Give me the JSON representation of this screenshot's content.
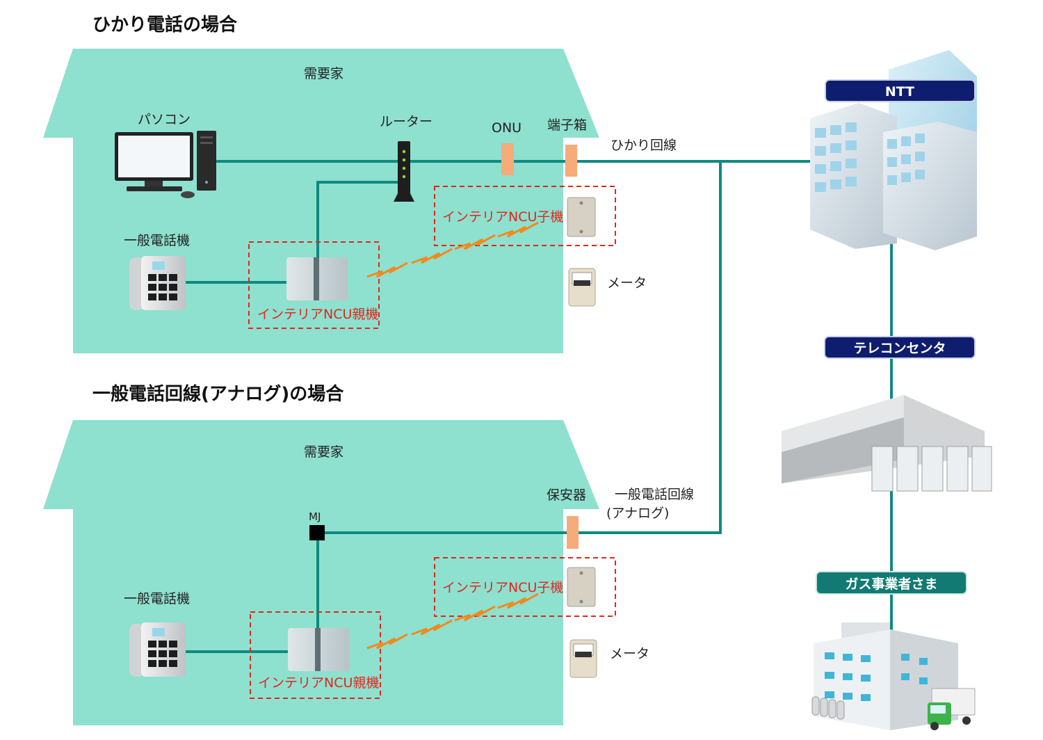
{
  "colors": {
    "house_fill": "#8ee0cf",
    "line": "#0e8a80",
    "connector": "#f5ab7a",
    "dashed_box": "#e1261c",
    "badge_ntt": "#0f1d6e",
    "badge_telecon": "#0f1d6e",
    "badge_gas": "#127a72"
  },
  "section1": {
    "title": "ひかり電話の場合",
    "house_label": "需要家",
    "pc_label": "パソコン",
    "router_label": "ルーター",
    "onu_label": "ONU",
    "terminal_box_label": "端子箱",
    "line_label": "ひかり回線",
    "phone_label": "一般電話機",
    "ncu_child_label": "インテリアNCU子機",
    "ncu_parent_label": "インテリアNCU親機",
    "meter_label": "メータ"
  },
  "section2": {
    "title": "一般電話回線(アナログ)の場合",
    "house_label": "需要家",
    "mj_label": "MJ",
    "protector_label": "保安器",
    "line_label_1": "一般電話回線",
    "line_label_2": "(アナログ)",
    "phone_label": "一般電話機",
    "ncu_child_label": "インテリアNCU子機",
    "ncu_parent_label": "インテリアNCU親機",
    "meter_label": "メータ"
  },
  "right": {
    "ntt": "NTT",
    "telecon": "テレコンセンタ",
    "gas": "ガス事業者さま"
  },
  "icons": {
    "pc": "desktop-computer-icon",
    "router": "router-icon",
    "phone": "telephone-icon",
    "ncu_parent": "ncu-parent-device-icon",
    "ncu_child": "ncu-child-device-icon",
    "meter": "gas-meter-icon",
    "ntt": "office-building-icon",
    "telecon": "data-center-icon",
    "gas": "gas-company-building-icon",
    "wireless": "wireless-signal-icon"
  }
}
